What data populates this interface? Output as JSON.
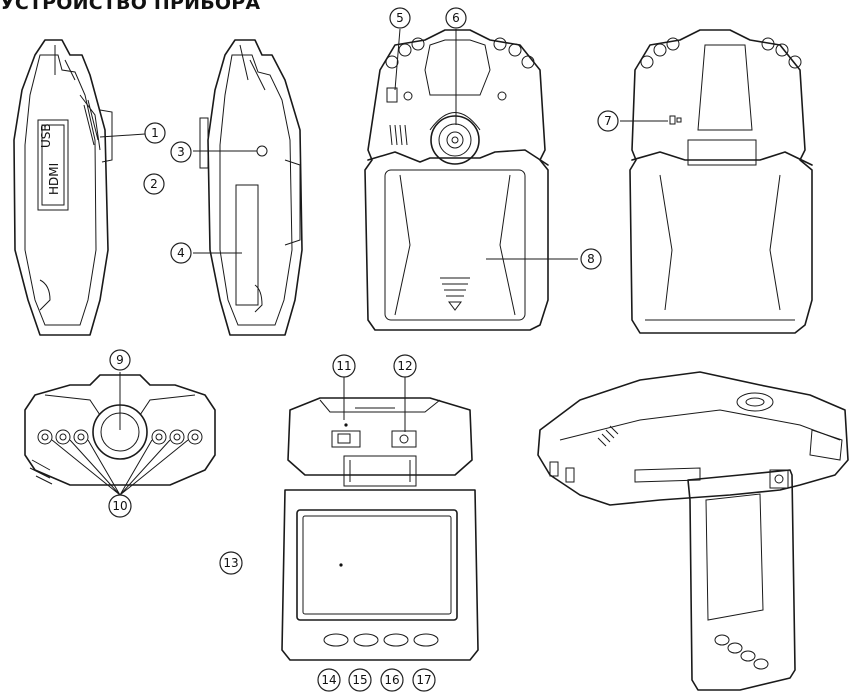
{
  "title": "УСТРОЙСТВО ПРИБОРА",
  "callouts": [
    "1",
    "2",
    "3",
    "4",
    "5",
    "6",
    "7",
    "8",
    "9",
    "10",
    "11",
    "12",
    "13",
    "14",
    "15",
    "16",
    "17"
  ]
}
